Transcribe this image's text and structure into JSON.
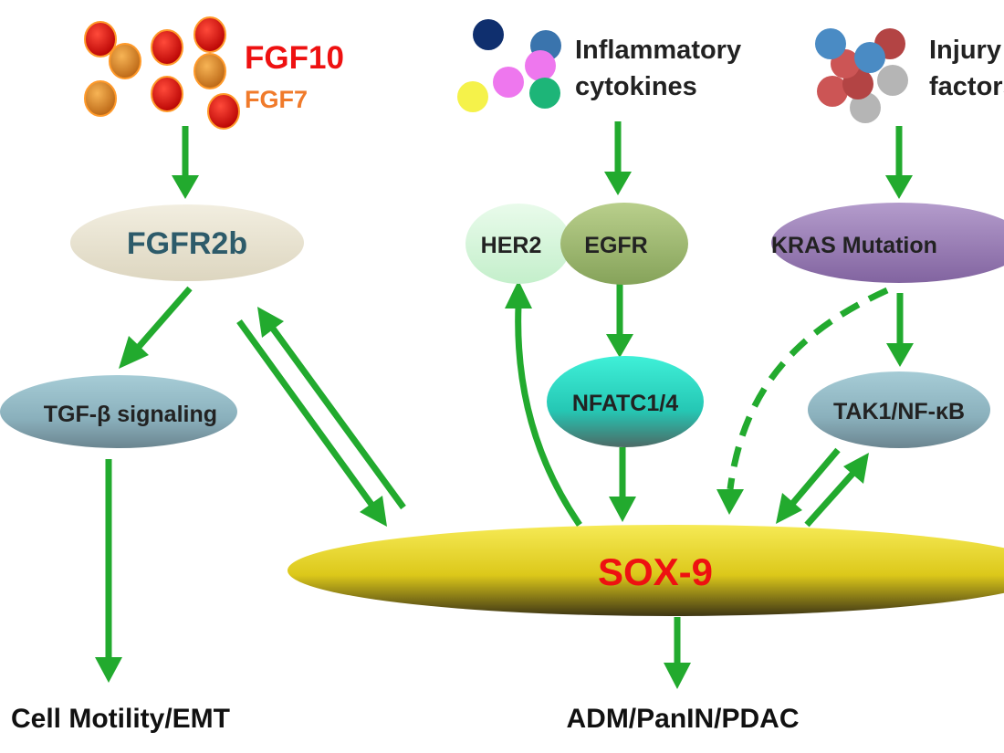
{
  "ligands": {
    "fgf10": "FGF10",
    "fgf7": "FGF7",
    "inflammatory_line1": "Inflammatory",
    "inflammatory_line2": "cytokines",
    "injury_line1": "Injury",
    "injury_line2": "factors"
  },
  "nodes": {
    "fgfr2b": "FGFR2b",
    "her2": "HER2",
    "egfr": "EGFR",
    "kras": "KRAS Mutation",
    "tgf": "TGF-β signaling",
    "nfatc": "NFATC1/4",
    "tak1": "TAK1/NF-κB",
    "sox9": "SOX-9"
  },
  "outcomes": {
    "cell_motility": "Cell Motility/EMT",
    "adm": "ADM/PanIN/PDAC"
  },
  "colors": {
    "arrow": "#22aa2e",
    "fgf10_text": "#ee1111",
    "fgf7_text": "#f07a2a",
    "fgfr2b_fill": "#e9e4d2",
    "fgfr2b_text": "#2d5b6a",
    "her2_fill": "#d7f5dc",
    "egfr_fill": "#9eb870",
    "kras_fill": "#9a7bb3",
    "tgf_fill": "#8fb6c2",
    "nfatc_fill": "#2fd6c2",
    "tak1_fill": "#8fb6c2",
    "sox9_fill": "#e2d21a",
    "sox9_text": "#ee1111"
  }
}
